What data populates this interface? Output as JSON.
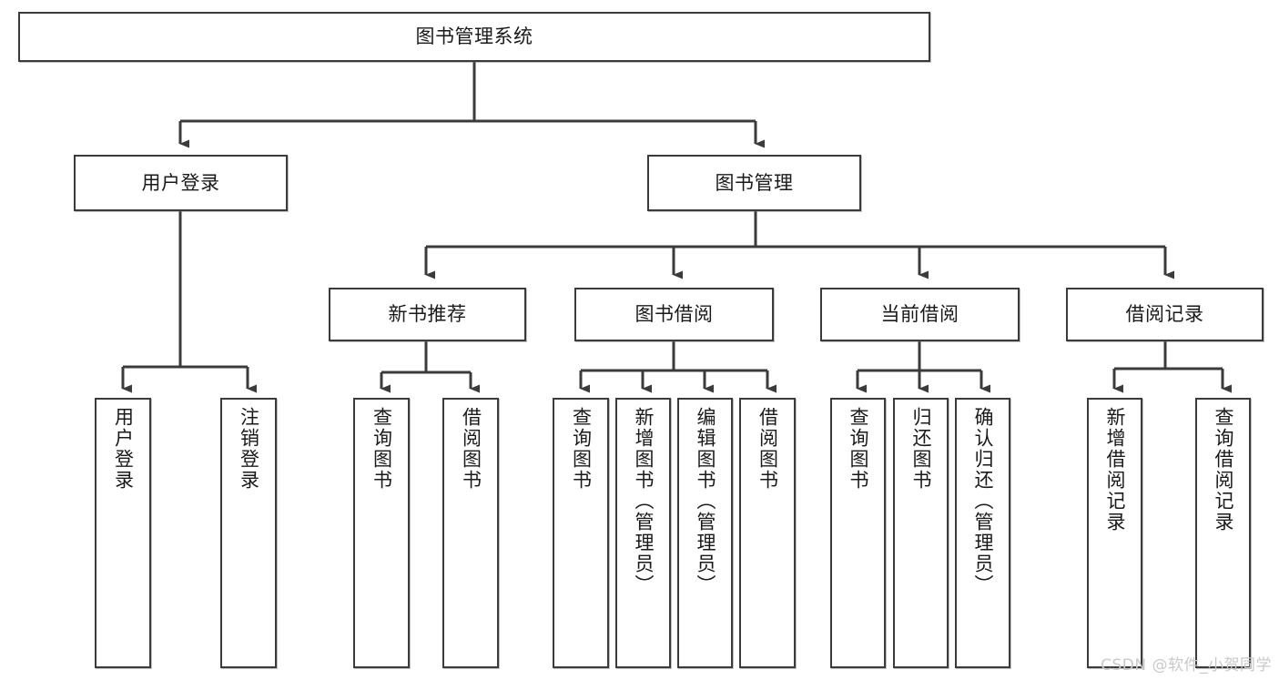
{
  "diagram": {
    "title": "图书管理系统",
    "type": "tree",
    "watermark": "CSDN @软件_小贺同学",
    "colors": {
      "border": "#3b3b3b",
      "background": "#ffffff",
      "text": "#1a1a1a",
      "edge": "#3b3b3b",
      "watermark": "#c9c9c9"
    },
    "root": {
      "label": "图书管理系统"
    },
    "level2": [
      {
        "label": "用户登录"
      },
      {
        "label": "图书管理"
      }
    ],
    "level3": [
      {
        "label": "新书推荐"
      },
      {
        "label": "图书借阅"
      },
      {
        "label": "当前借阅"
      },
      {
        "label": "借阅记录"
      }
    ],
    "leaves": {
      "user_login": [
        {
          "label": "用户登录"
        },
        {
          "label": "注销登录"
        }
      ],
      "new_book_recommend": [
        {
          "label": "查询图书"
        },
        {
          "label": "借阅图书"
        }
      ],
      "book_borrow": [
        {
          "label": "查询图书"
        },
        {
          "label": "新增图书（管理员）"
        },
        {
          "label": "编辑图书（管理员）"
        },
        {
          "label": "借阅图书"
        }
      ],
      "current_borrow": [
        {
          "label": "查询图书"
        },
        {
          "label": "归还图书"
        },
        {
          "label": "确认归还（管理员）"
        }
      ],
      "borrow_record": [
        {
          "label": "新增借阅记录"
        },
        {
          "label": "查询借阅记录"
        }
      ]
    }
  }
}
